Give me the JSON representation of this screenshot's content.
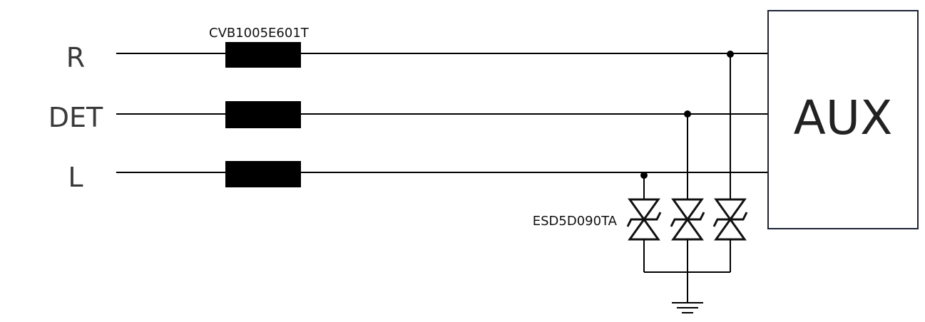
{
  "nets": [
    {
      "id": "r",
      "label": "R"
    },
    {
      "id": "det",
      "label": "DET"
    },
    {
      "id": "l",
      "label": "L"
    }
  ],
  "ferrite_bead": {
    "part_number": "CVB1005E601T"
  },
  "tvs_diode": {
    "part_number": "ESD5D090TA"
  },
  "connector": {
    "label": "AUX"
  },
  "colors": {
    "wire": "#000000",
    "component": "#000000",
    "text": "#3a3a3a",
    "box_border": "#1c2336"
  },
  "icons": {
    "ferrite": "ferrite-bead-icon",
    "tvs": "bidirectional-tvs-diode-icon",
    "ground": "ground-icon"
  }
}
